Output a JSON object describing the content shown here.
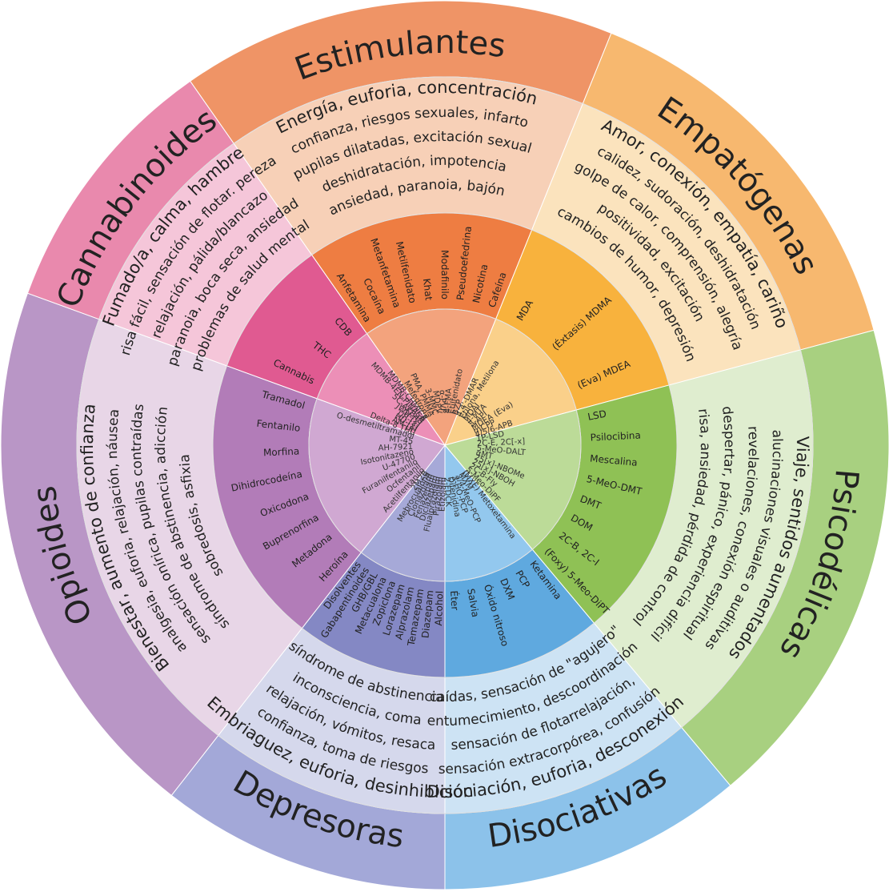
{
  "diagram": {
    "title": "Drug categories wheel",
    "categories": [
      {
        "key": "estimulantes",
        "name": "Estimulantes",
        "start": -35,
        "end": 22,
        "colors": {
          "outer": "#ef9466",
          "effects": "#f7d0b7",
          "middle": "#ee7d42",
          "inner": "#f3a37d"
        },
        "effects": [
          "Energía, euforia, concentración",
          "confianza, riesgos sexuales, infarto",
          "pupilas dilatadas, excitación sexual",
          "deshidratación, impotencia",
          "ansiedad, paranoia, bajón"
        ],
        "substances": [
          "Anfetamina",
          "Cocaína",
          "Metanfetamina",
          "Metilfenidato",
          "Khat",
          "Modafinilo",
          "Pseudoefedrina",
          "Nicotina",
          "Cafeína"
        ],
        "research_chemicals": [
          "Mefedrona",
          "PMA, PMMA",
          "3-MMC",
          "MDPV",
          "α-PVP",
          "4-FMA",
          "Etilfenidato",
          "BZP"
        ]
      },
      {
        "key": "empatogenas",
        "name": "Empatógenas",
        "start": 22,
        "end": 75,
        "colors": {
          "outer": "#f7b86f",
          "effects": "#fbe3bd",
          "middle": "#f8b23d",
          "inner": "#fad08a"
        },
        "effects": [
          "Amor, conexión, empatía, cariño",
          "calidez, sudoración, deshidratación",
          "golpe de calor, comprensión, alegría",
          "positividad, excitación",
          "cambios de humor, depresión"
        ],
        "substances": [
          "MDA",
          "(Éxtasis) MDMA",
          "(Eva) MDEA"
        ],
        "research_chemicals": [
          "4,4'-DMAR",
          "Etilona, Metilona",
          "MDAI",
          "4-MTA",
          "5-API",
          "MDEA (Eva)",
          "mCPP",
          "4/5/6-APB"
        ]
      },
      {
        "key": "psicodelicas",
        "name": "Psicodélicas",
        "start": 75,
        "end": 140,
        "colors": {
          "outer": "#a8d080",
          "effects": "#dfedcf",
          "middle": "#8fc155",
          "inner": "#bcdb98"
        },
        "effects": [
          "Viaje, sentidos aumentados",
          "alucinaciones visuales o auditivas",
          "revelaciones, conexión espiritual",
          "despertar, pánico, experiencia difícil",
          "risa, ansiedad, pérdida de control"
        ],
        "substances": [
          "LSD",
          "Psilocibina",
          "Mescalina",
          "5-MeO-DMT",
          "DMT",
          "DOM",
          "2C-B, 2C-I",
          "(Foxy) 5-Meo-DiPT"
        ],
        "research_chemicals": [
          "1P-LSD",
          "2C-E, 2C[-x]",
          "5-MeO-DALT",
          "αMT",
          "25[x]-NBOMe",
          "25[x]-NBOH",
          "2C-B-Fly",
          "5-Meo-DiPF"
        ]
      },
      {
        "key": "disociativas",
        "name": "Disociativas",
        "start": 140,
        "end": 180,
        "colors": {
          "outer": "#8cc2ea",
          "effects": "#cde3f4",
          "middle": "#5fa9df",
          "inner": "#93c8ee"
        },
        "effects": [
          "Disociación, euforia, desconexión",
          "sensación extracorpórea, confusión",
          "sensación de flotarrelajación,",
          "entumecimiento, descoordinación",
          "caídas, sensación de \"agujero\""
        ],
        "substances": [
          "Ketamina",
          "PCP",
          "DXM",
          "Óxido nitroso",
          "Salvia",
          "Éter"
        ],
        "research_chemicals": [
          "(MXE) Metoxetamina",
          "MXM",
          "3/4-MeO-PCP",
          "3-HO-PCP",
          "Difenidina",
          "2-FDCK"
        ]
      },
      {
        "key": "depresoras",
        "name": "Depresoras",
        "start": 180,
        "end": 218,
        "colors": {
          "outer": "#a3a8d8",
          "effects": "#d5d8ec",
          "middle": "#8488c4",
          "inner": "#a6a9d8"
        },
        "effects": [
          "Embriaguez, euforia, desinhibición",
          "confianza, toma de riesgos",
          "relajación, vómitos, resaca",
          "inconsciencia, coma",
          "síndrome de abstinencia"
        ],
        "substances": [
          "Alcohol",
          "Diazepam",
          "Temazepam",
          "Alprazolam",
          "Lorazepam",
          "Zopiclona",
          "Metacualona",
          "GHB/GBL",
          "Gabapentinoides",
          "Disolventes"
        ],
        "research_chemicals": [
          "Etizolam",
          "Pirazolam",
          "Flualprazolam",
          "Diclazepam",
          "Fenazepam",
          "Clonazolam",
          "Mebrocualona",
          "2M2B"
        ]
      },
      {
        "key": "opioides",
        "name": "Opioides",
        "start": 218,
        "end": 290,
        "colors": {
          "outer": "#b996c6",
          "effects": "#e8d6e7",
          "middle": "#b27cb8",
          "inner": "#d0a8d2"
        },
        "effects": [
          "Bienestar, aumento de confianza",
          "analgesia, euforia, relajación, náusea",
          "sensación onírica, pupilas contraídas",
          "síndrome de abstinencia, adicción",
          "sobredosis, asfixia"
        ],
        "substances": [
          "Heroína",
          "Metadona",
          "Buprenorfina",
          "Oxicodona",
          "Dihidrocodeína",
          "Morfina",
          "Fentanilo",
          "Tramadol"
        ],
        "research_chemicals": [
          "Acetilfentanilo",
          "Ocfentanil",
          "Furanilfentanilo",
          "U-47700",
          "Isotonitazeno",
          "AH-7921",
          "MT-45",
          "O-desmetiltramadol"
        ]
      },
      {
        "key": "cannabinoides",
        "name": "Cannabinoides",
        "start": 290,
        "end": 325,
        "colors": {
          "outer": "#e989ad",
          "effects": "#f5c6d9",
          "middle": "#e05a91",
          "inner": "#ec8fb7"
        },
        "effects": [
          "Fumado/a, calma, hambre",
          "risa fácil, sensación de flotar. pereza",
          "relajación, pálida/blancazo",
          "paranoia, boca seca, ansiedad",
          "problemas de salud mental"
        ],
        "substances": [
          "Cannabis",
          "THC",
          "CDB"
        ],
        "research_chemicals": [
          "Delta-8 THC",
          "AM-[x]",
          "HU-[x]",
          "UR-[x]",
          "JWH-[x]",
          "5C-AKB48",
          "MDMB-4EN-PINACA",
          "MDMB-CHMICA"
        ]
      }
    ]
  }
}
